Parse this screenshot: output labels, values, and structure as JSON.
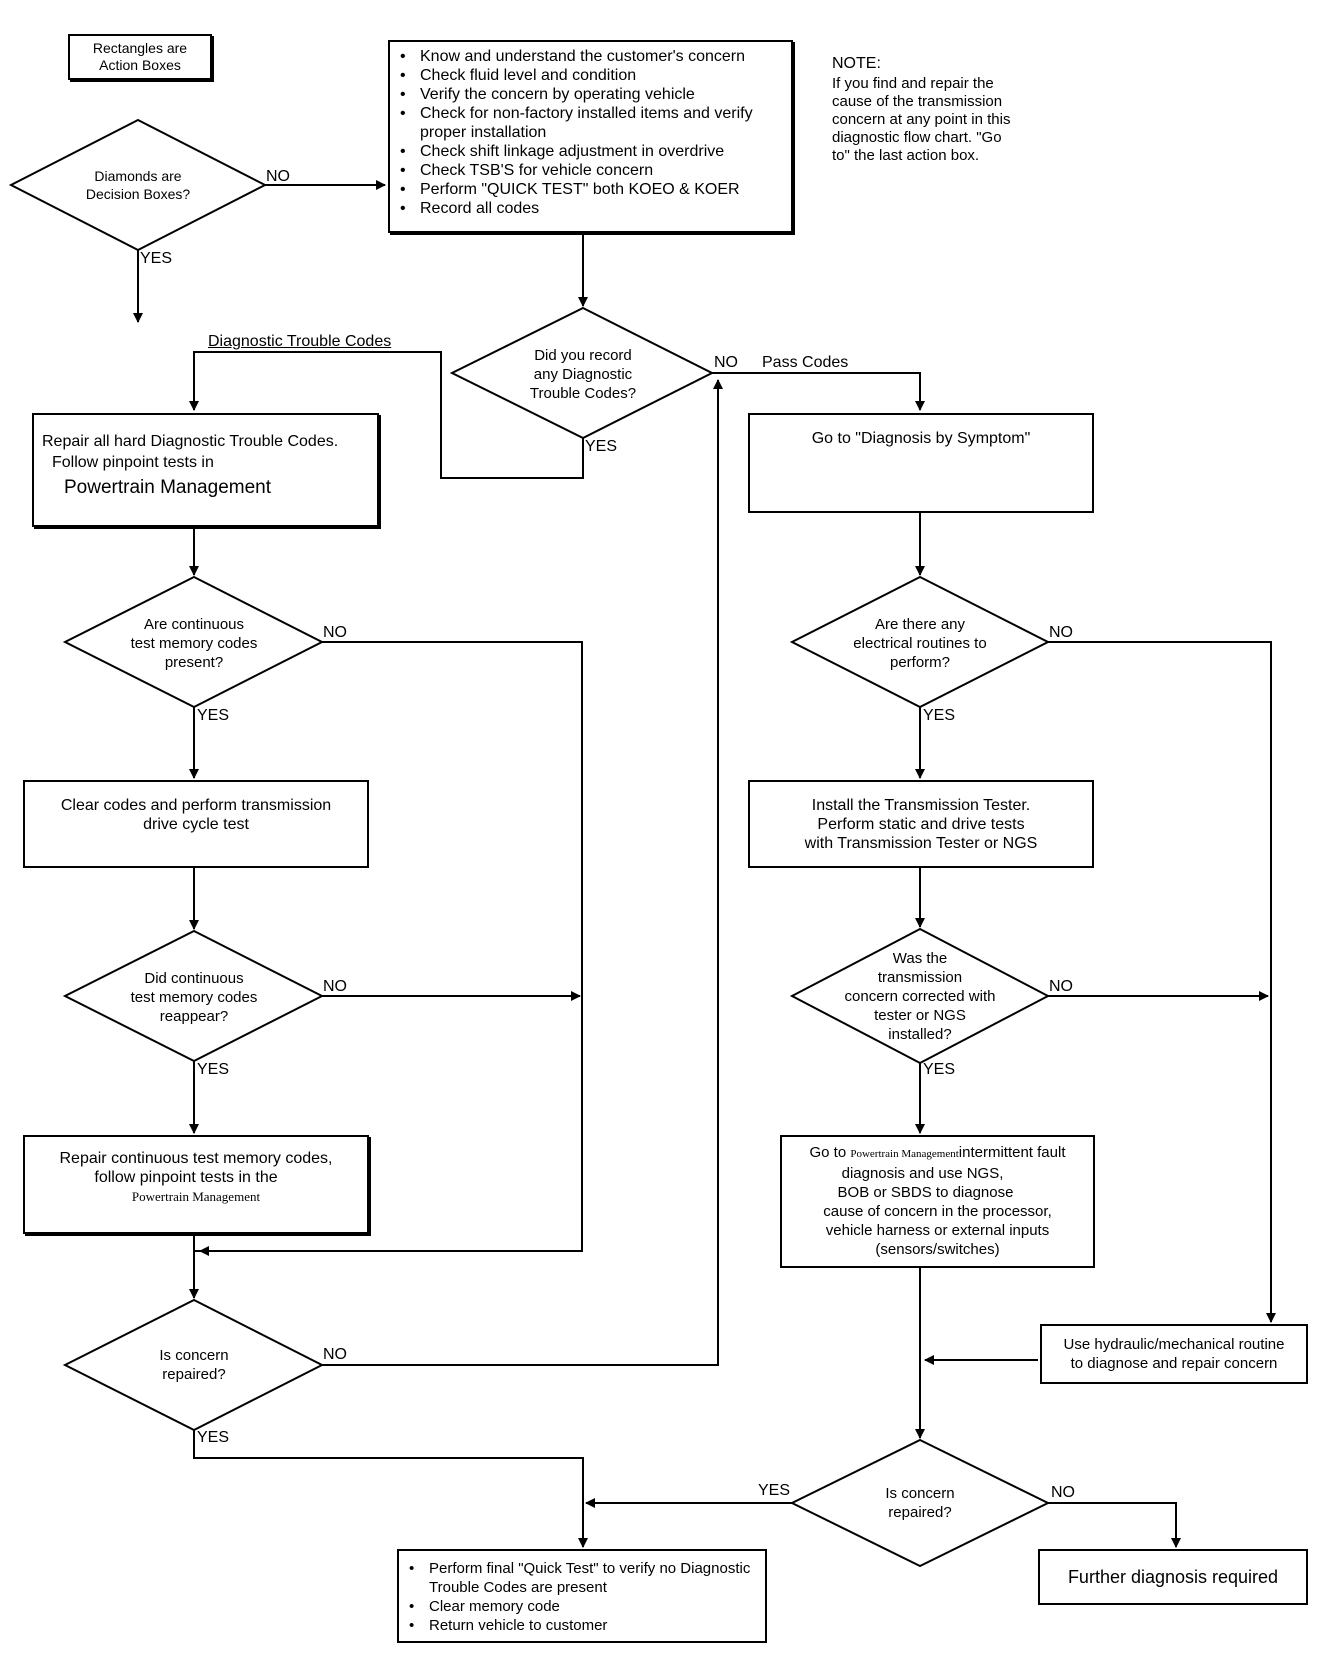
{
  "legend": {
    "rect_label_line1": "Rectangles are",
    "rect_label_line2": "Action Boxes",
    "diamond_line1": "Diamonds are",
    "diamond_line2": "Decision Boxes?"
  },
  "labels": {
    "no": "NO",
    "yes": "YES",
    "diagnostic_trouble_codes": "Diagnostic Trouble Codes",
    "pass_codes": "Pass Codes"
  },
  "start_box": {
    "items": [
      "Know and understand the customer's concern",
      "Check fluid level and condition",
      "Verify the concern by operating vehicle",
      "Check for non-factory installed items and verify proper installation",
      "Check shift linkage adjustment in overdrive",
      "Check TSB'S  for vehicle concern",
      "Perform \"QUICK TEST\" both KOEO & KOER",
      "Record all codes"
    ]
  },
  "note": {
    "heading": "NOTE:",
    "lines": [
      "If you find and repair the",
      "cause of the transmission",
      "concern at any point in this",
      "diagnostic flow chart. \"Go",
      "to\" the last action box."
    ]
  },
  "d_record": {
    "lines": [
      "Did you record",
      "any Diagnostic",
      "Trouble Codes?"
    ]
  },
  "repair_hard": {
    "line1": "Repair all hard Diagnostic Trouble Codes.",
    "line2": "Follow pinpoint tests in",
    "line3": "Powertrain Management"
  },
  "d_continuous": {
    "lines": [
      "Are continuous",
      "test memory codes",
      "present?"
    ]
  },
  "clear_codes": {
    "line1": "Clear codes and perform transmission",
    "line2": "drive cycle test"
  },
  "d_reappear": {
    "lines": [
      "Did continuous",
      "test memory codes",
      "reappear?"
    ]
  },
  "repair_continuous": {
    "line1": "Repair continuous test memory codes,",
    "line2": "follow pinpoint tests in the",
    "line3": "Powertrain Management"
  },
  "d_repaired_left": {
    "lines": [
      "Is concern",
      "repaired?"
    ]
  },
  "final_box": {
    "items": [
      "Perform final \"Quick Test\" to verify no Diagnostic Trouble Codes are present",
      "Clear memory code",
      "Return vehicle to customer"
    ]
  },
  "symptom_box": {
    "text": "Go to \"Diagnosis by Symptom\""
  },
  "d_electrical": {
    "lines": [
      "Are there any",
      "electrical routines to",
      "perform?"
    ]
  },
  "tester_box": {
    "line1": "Install the Transmission Tester.",
    "line2": "Perform static and drive tests",
    "line3": "with Transmission Tester or NGS"
  },
  "d_corrected": {
    "lines": [
      "Was the",
      "transmission",
      "concern corrected with",
      "tester or NGS",
      "installed?"
    ]
  },
  "intermittent_box": {
    "go_to": "Go to ",
    "pm": "Powertrain Management",
    "rest1": "intermittent fault",
    "line2": "diagnosis and use NGS,",
    "line3": "BOB or SBDS to diagnose",
    "line4": "cause of concern in the processor,",
    "line5": "vehicle harness or external inputs",
    "line6": "(sensors/switches)"
  },
  "hydraulic_box": {
    "line1": "Use hydraulic/mechanical routine",
    "line2": "to diagnose and repair concern"
  },
  "d_repaired_right": {
    "lines": [
      "Is concern",
      "repaired?"
    ]
  },
  "further_box": {
    "text": "Further diagnosis required"
  }
}
